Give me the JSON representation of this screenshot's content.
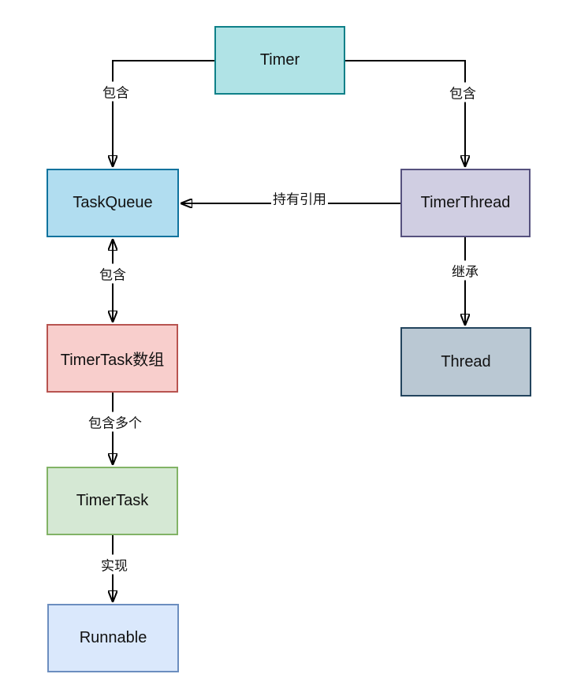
{
  "diagram": {
    "type": "class-relationship-diagram",
    "background": "#ffffff",
    "line_color": "#000000",
    "nodes": [
      {
        "id": "timer",
        "label": "Timer",
        "fill": "#b0e3e6",
        "stroke": "#0e8088"
      },
      {
        "id": "taskqueue",
        "label": "TaskQueue",
        "fill": "#b1ddf0",
        "stroke": "#10739e"
      },
      {
        "id": "timerthread",
        "label": "TimerThread",
        "fill": "#d0cee2",
        "stroke": "#56517e"
      },
      {
        "id": "timertask-array",
        "label": "TimerTask数组",
        "fill": "#f8cecc",
        "stroke": "#b85450"
      },
      {
        "id": "thread",
        "label": "Thread",
        "fill": "#bac8d3",
        "stroke": "#23445d"
      },
      {
        "id": "timertask",
        "label": "TimerTask",
        "fill": "#d5e8d4",
        "stroke": "#82b366"
      },
      {
        "id": "runnable",
        "label": "Runnable",
        "fill": "#dae8fc",
        "stroke": "#6c8ebf"
      }
    ],
    "edges": [
      {
        "from": "timer",
        "to": "taskqueue",
        "label": "包含",
        "direction": "single"
      },
      {
        "from": "timer",
        "to": "timerthread",
        "label": "包含",
        "direction": "single"
      },
      {
        "from": "timerthread",
        "to": "taskqueue",
        "label": "持有引用",
        "direction": "single"
      },
      {
        "from": "taskqueue",
        "to": "timertask-array",
        "label": "包含",
        "direction": "double"
      },
      {
        "from": "timertask-array",
        "to": "timertask",
        "label": "包含多个",
        "direction": "single"
      },
      {
        "from": "timertask",
        "to": "runnable",
        "label": "实现",
        "direction": "single"
      },
      {
        "from": "timerthread",
        "to": "thread",
        "label": "继承",
        "direction": "single"
      }
    ]
  }
}
